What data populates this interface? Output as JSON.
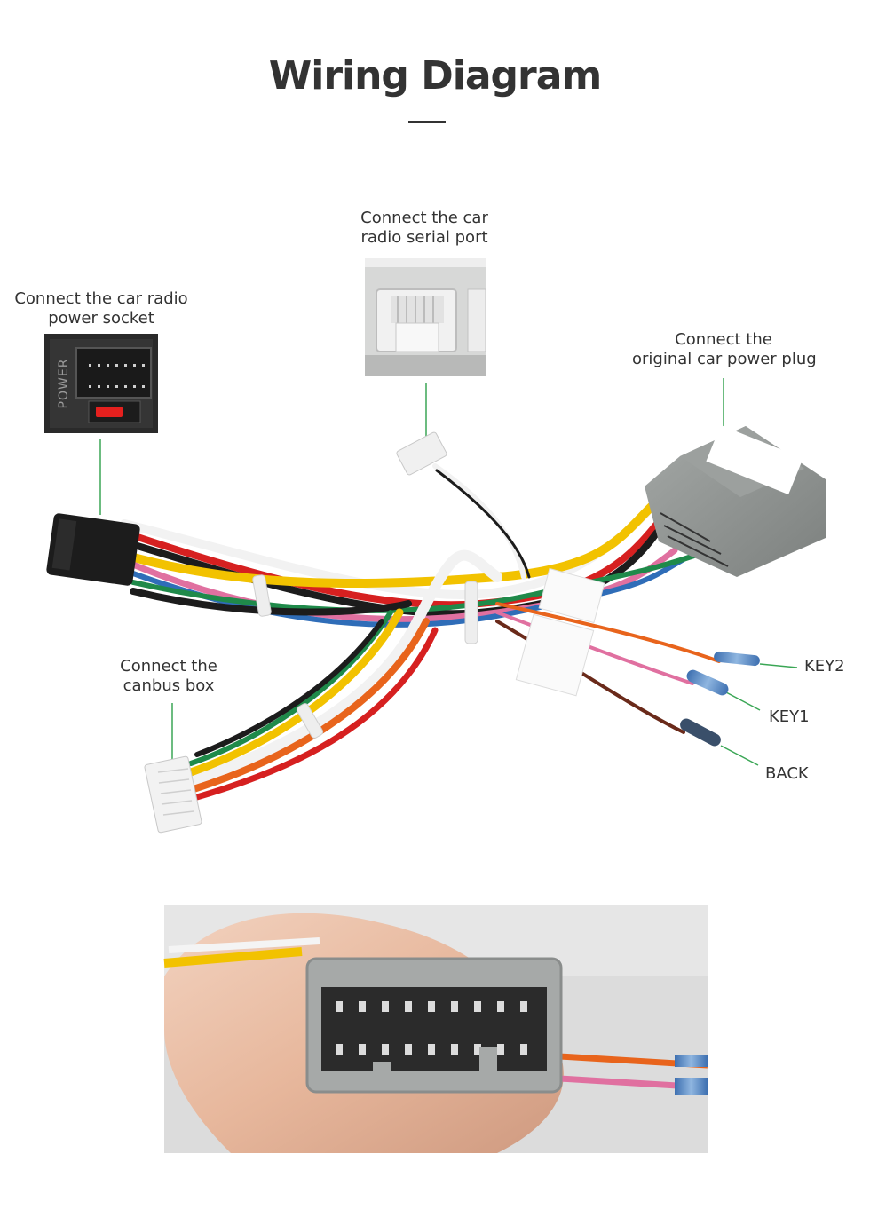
{
  "title": "Wiring Diagram",
  "labels": {
    "serial_port": [
      "Connect the car",
      "radio  serial port"
    ],
    "power_socket": [
      "Connect the car radio",
      "power socket"
    ],
    "power_plug": [
      "Connect the",
      "original car power plug"
    ],
    "canbus": [
      "Connect the",
      "canbus box"
    ]
  },
  "wire_labels": {
    "key2": "KEY2",
    "key1": "KEY1",
    "back": "BACK"
  },
  "thumb_text": {
    "power": "POWER"
  },
  "colors": {
    "leader_line": "#3aa655",
    "connector_gray": "#8e9391",
    "connector_black": "#1c1c1c",
    "wire_yellow": "#f2c200",
    "wire_orange": "#e8641c",
    "wire_pink": "#e070a0",
    "wire_brown": "#6a2a1a",
    "wire_red": "#d62020"
  }
}
